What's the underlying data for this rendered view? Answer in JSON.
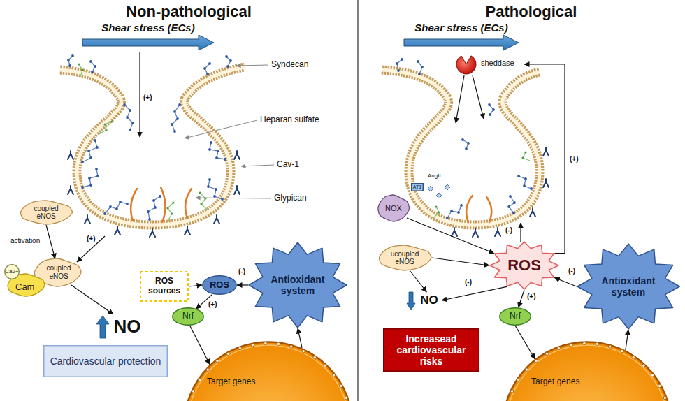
{
  "diagram": {
    "nodes": [
      {
        "text": [
          "coupled eNOS"
        ]
      },
      {
        "text": [
          "Cam",
          "coupled eNOS"
        ]
      },
      {
        "text": [
          "Ca2+"
        ],
        "in": 1
      },
      {
        "text": [
          "ROS sources"
        ]
      },
      {
        "text": [
          "ROS"
        ]
      },
      {
        "text": [
          "Antioxidant system"
        ]
      },
      {
        "text": [
          "Nrf"
        ]
      },
      {
        "text": [
          "NO"
        ]
      },
      {
        "text": [
          "Cardiovascular protection"
        ]
      },
      {
        "text": [
          "Target genes"
        ]
      },
      {
        "text": [
          "sheddase"
        ]
      },
      {
        "text": [
          "AT1"
        ]
      },
      {
        "text": [
          "NOX"
        ]
      },
      {
        "text": [
          "ucoupled eNOS"
        ]
      },
      {
        "text": [
          "ROS"
        ]
      },
      {
        "text": [
          "Antioxidant system"
        ]
      },
      {
        "text": [
          "NO"
        ]
      },
      {
        "text": [
          "Nrf"
        ]
      },
      {
        "text": [
          "Increasead cardiovascular risks"
        ]
      },
      {
        "text": [
          "Target genes"
        ]
      }
    ],
    "edges": [
      {
        "from": 0,
        "to": 1,
        "label": "activation",
        "arrow": "to"
      },
      {
        "from": 1,
        "to": 7,
        "arrow": "to"
      },
      {
        "from": 3,
        "to": 4,
        "arrow": "to"
      },
      {
        "from": 5,
        "to": 4,
        "label": "(-)",
        "arrow": "to"
      },
      {
        "from": 4,
        "to": 6,
        "label": "(+)",
        "arrow": "to"
      },
      {
        "from": 6,
        "to": 9,
        "arrow": "to"
      },
      {
        "from": 9,
        "to": 5,
        "arrow": "to"
      },
      {
        "from": 12,
        "to": 14,
        "arrow": "to"
      },
      {
        "from": 13,
        "to": 14,
        "arrow": "to"
      },
      {
        "from": 13,
        "to": 16,
        "arrow": "to"
      },
      {
        "from": 14,
        "to": 16,
        "label": "(-)",
        "arrow": "to"
      },
      {
        "from": 14,
        "to": 10,
        "label": "(+)",
        "arrow": "to"
      },
      {
        "from": 15,
        "to": 14,
        "label": "(-)",
        "arrow": "to"
      },
      {
        "from": 14,
        "to": 17,
        "label": "(+)",
        "arrow": "to"
      },
      {
        "from": 17,
        "to": 19,
        "arrow": "to"
      },
      {
        "from": 19,
        "to": 15,
        "arrow": "to"
      }
    ],
    "labels": [
      "Non-pathological",
      "Shear stress (ECs)",
      "(+)",
      "Syndecan",
      "Heparan sulfate",
      "Cav-1",
      "Glypican",
      "(+)",
      "Pathological",
      "Shear stress (ECs)",
      "AngII",
      "(-)"
    ]
  }
}
